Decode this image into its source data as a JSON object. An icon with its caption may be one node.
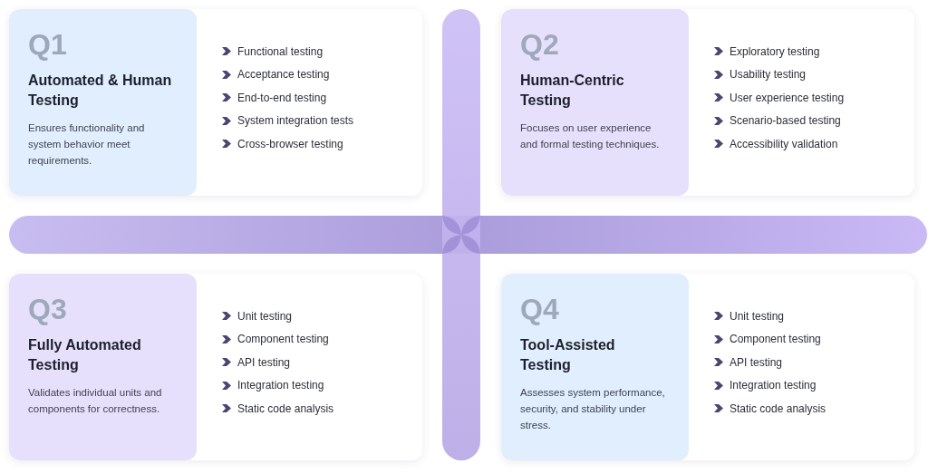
{
  "diagram": {
    "nodes": [
      {
        "text": [
          "Q1",
          "Automated & Human Testing",
          "Ensures functionality and system behavior meet requirements.",
          "Functional testing",
          "Acceptance testing",
          "End-to-end testing",
          "System integration tests",
          "Cross-browser testing"
        ]
      },
      {
        "text": [
          "Q2",
          "Human-Centric Testing",
          "Focuses on user experience and formal testing techniques.",
          "Exploratory testing",
          "Usability testing",
          "User experience testing",
          "Scenario-based testing",
          "Accessibility validation"
        ]
      },
      {
        "text": [
          "Q3",
          "Fully Automated Testing",
          "Validates individual units and components for correctness.",
          "Unit testing",
          "Component testing",
          "API testing",
          "Integration testing",
          "Static code analysis"
        ]
      },
      {
        "text": [
          "Q4",
          "Tool-Assisted Testing",
          "Assesses system performance, security, and stability under stress.",
          "Unit testing",
          "Component testing",
          "API testing",
          "Integration testing",
          "Static code analysis"
        ]
      }
    ]
  }
}
